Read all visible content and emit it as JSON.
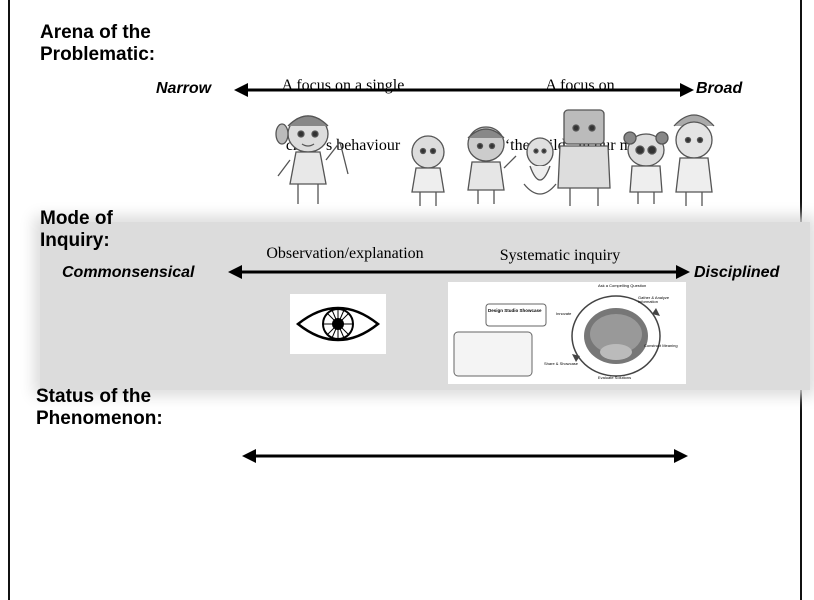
{
  "sections": {
    "arena": {
      "heading_line1": "Arena of the",
      "heading_line2": "Problematic:"
    },
    "mode": {
      "heading_line1": "Mode of",
      "heading_line2": "Inquiry:"
    },
    "status": {
      "heading_line1": "Status of the",
      "heading_line2": "Phenomenon:"
    }
  },
  "arena_scale": {
    "left_end": "Narrow",
    "right_end": "Broad",
    "left_caption_line1": "A focus on a single",
    "left_caption_line2": "child’ s behaviour",
    "right_caption_line1": "A focus on",
    "right_caption_line2": "‘the child’  in our midst"
  },
  "inquiry_scale": {
    "left_end": "Commonsensical",
    "right_end": "Disciplined",
    "left_caption": "Observation/explanation",
    "right_caption": "Systematic inquiry"
  },
  "diagram_thumbnail": {
    "title": "Design Studio Showcase",
    "labels": [
      "Ask a Compelling Question",
      "Gather & Analyze Information",
      "Construct Meaning",
      "Evaluate Solutions",
      "Share & Showcase",
      "Innovate"
    ]
  },
  "colors": {
    "band": "#dcdcdc",
    "ink": "#000000"
  },
  "icons": {
    "eye": "eye-icon",
    "children": "child-sketch-icon"
  }
}
